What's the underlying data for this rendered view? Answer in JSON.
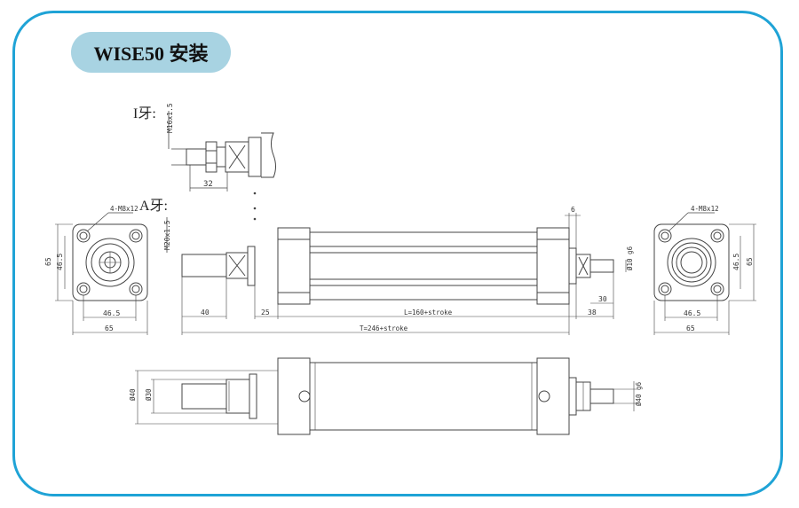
{
  "title": "WISE50 安装",
  "colors": {
    "frame": "#1fa3d6",
    "title_bg": "#a8d3e2",
    "line": "#444444"
  },
  "detail_i": {
    "label": "I牙:",
    "thread": "M16x1.5",
    "length": "32"
  },
  "detail_a": {
    "label": "A牙:",
    "thread": "M20x1.5"
  },
  "left_flange": {
    "bolts": "4-M8x12",
    "height": "65",
    "bolt_span": "46.5",
    "bolt_span_h": "46.5",
    "width": "65"
  },
  "right_flange": {
    "bolts": "4-M8x12",
    "height": "65",
    "bolt_span": "46.5",
    "bolt_span_h": "46.5",
    "width": "65"
  },
  "main_view": {
    "rod_len": "40",
    "neck": "25",
    "body_len": "L=160+stroke",
    "total": "T=246+stroke",
    "rear_len": "38",
    "rear_pin_len": "30",
    "rear_plate": "6",
    "rear_dia": "Ø10 g6"
  },
  "bottom_view": {
    "outer_dia": "Ø40",
    "inner_dia": "Ø30",
    "rear_dia": "Ø40 g6"
  }
}
